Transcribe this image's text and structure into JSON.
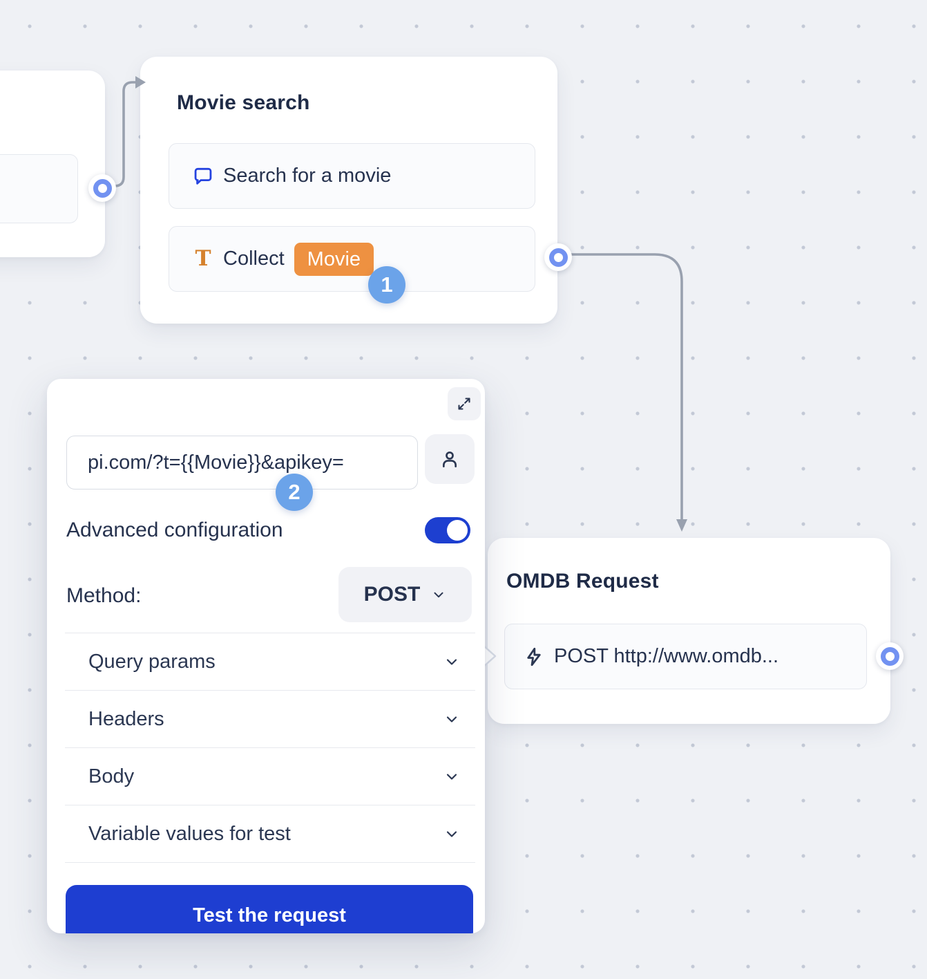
{
  "canvas": {
    "nodes": {
      "partial_left": {
        "note": ""
      },
      "movie_search": {
        "title": "Movie search",
        "items": [
          {
            "icon": "chat-bubble-icon",
            "label": "Search for a movie"
          },
          {
            "icon": "text-input-icon",
            "label": "Collect",
            "badge": "Movie"
          }
        ]
      },
      "omdb_request": {
        "title": "OMDB Request",
        "items": [
          {
            "icon": "lightning-icon",
            "label": "POST http://www.omdb..."
          }
        ]
      }
    },
    "step_badges": {
      "one": "1",
      "two": "2"
    }
  },
  "panel": {
    "url": {
      "value": "pi.com/?t={{Movie}}&apikey="
    },
    "advanced_label": "Advanced configuration",
    "advanced_enabled": true,
    "method_label": "Method:",
    "method_value": "POST",
    "sections": [
      "Query params",
      "Headers",
      "Body",
      "Variable values for test"
    ],
    "test_button_label": "Test the request"
  },
  "colors": {
    "accent_blue": "#1e3ed1",
    "step_badge_blue": "#6ba3e9",
    "port_ring_blue": "#7292f1",
    "badge_orange": "#ee9141",
    "icon_blue": "#2543e0",
    "icon_orange": "#d5812d",
    "connector_gray": "#99a1af",
    "text_navy": "#26324e"
  }
}
